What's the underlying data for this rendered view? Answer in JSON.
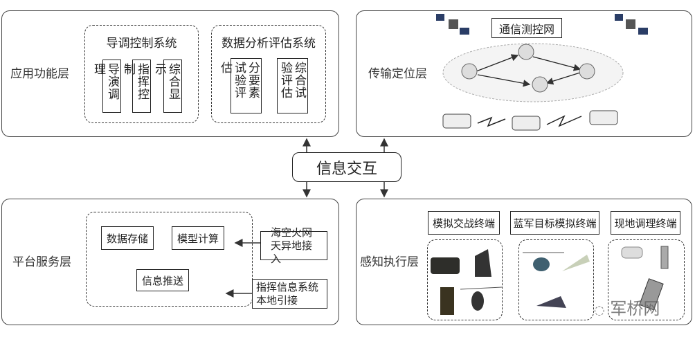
{
  "application_layer": {
    "label": "应用功能层",
    "director_system": {
      "title": "导调控制系统",
      "items": [
        "导演调理",
        "指挥控制",
        "综合显示"
      ]
    },
    "analysis_system": {
      "title": "数据分析评估系统",
      "items": [
        "分要素试验评估",
        "综合试验评估"
      ]
    }
  },
  "transmission_layer": {
    "label": "传输定位层",
    "network": "通信测控网"
  },
  "center": {
    "label": "信息交互"
  },
  "platform_layer": {
    "label": "平台服务层",
    "items": [
      "数据存储",
      "模型计算",
      "信息推送"
    ],
    "inputs": [
      "海空火网天异地接入",
      "指挥信息系统本地引接"
    ]
  },
  "perception_layer": {
    "label": "感知执行层",
    "terminals": [
      "模拟交战终端",
      "蓝军目标模拟终端",
      "现地调理终端"
    ]
  },
  "watermark": "军桥网"
}
